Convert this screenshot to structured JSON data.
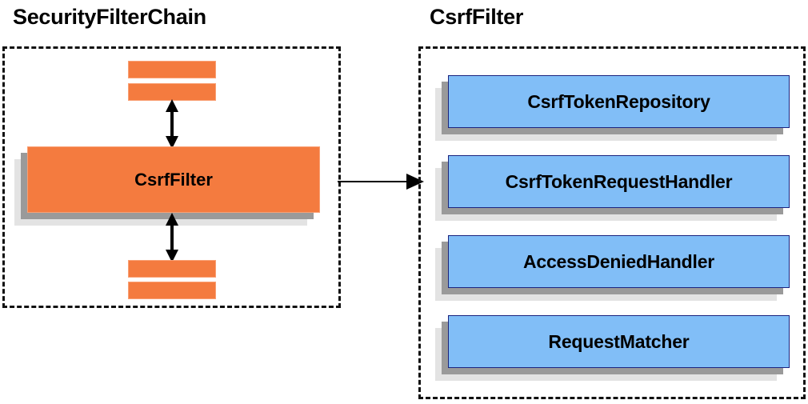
{
  "diagram": {
    "type": "component-relationship",
    "background_color": "#ffffff",
    "panels": [
      {
        "id": "security-filter-chain",
        "title": "SecurityFilterChain",
        "border_style": "dashed",
        "border_color": "#111111",
        "components": [
          {
            "id": "filter-bar-top-1",
            "label": "",
            "color": "#f47b3f",
            "kind": "bar"
          },
          {
            "id": "filter-bar-top-2",
            "label": "",
            "color": "#f47b3f",
            "kind": "bar"
          },
          {
            "id": "csrf-filter",
            "label": "CsrfFilter",
            "color": "#f47b3f",
            "kind": "box"
          },
          {
            "id": "filter-bar-bottom-1",
            "label": "",
            "color": "#f47b3f",
            "kind": "bar"
          },
          {
            "id": "filter-bar-bottom-2",
            "label": "",
            "color": "#f47b3f",
            "kind": "bar"
          }
        ]
      },
      {
        "id": "csrf-filter-detail",
        "title": "CsrfFilter",
        "border_style": "dashed",
        "border_color": "#111111",
        "components": [
          {
            "id": "csrf-token-repository",
            "label": "CsrfTokenRepository",
            "color": "#81bef7",
            "kind": "box"
          },
          {
            "id": "csrf-token-request-handler",
            "label": "CsrfTokenRequestHandler",
            "color": "#81bef7",
            "kind": "box"
          },
          {
            "id": "access-denied-handler",
            "label": "AccessDeniedHandler",
            "color": "#81bef7",
            "kind": "box"
          },
          {
            "id": "request-matcher",
            "label": "RequestMatcher",
            "color": "#81bef7",
            "kind": "box"
          }
        ]
      }
    ],
    "connectors": [
      {
        "id": "arrow-up",
        "style": "double-headed",
        "orientation": "vertical",
        "color": "#000000"
      },
      {
        "id": "arrow-down",
        "style": "double-headed",
        "orientation": "vertical",
        "color": "#000000"
      },
      {
        "id": "arrow-panel-link",
        "style": "single-headed",
        "orientation": "horizontal",
        "color": "#000000"
      }
    ],
    "colors": {
      "orange": "#f47b3f",
      "orange_border": "#f9a074",
      "blue": "#81bef7",
      "blue_border": "#1a237e",
      "shadow_near": "#9a9a9a",
      "shadow_far": "#e3e3e3",
      "text": "#000000",
      "dash_border": "#111111"
    }
  }
}
